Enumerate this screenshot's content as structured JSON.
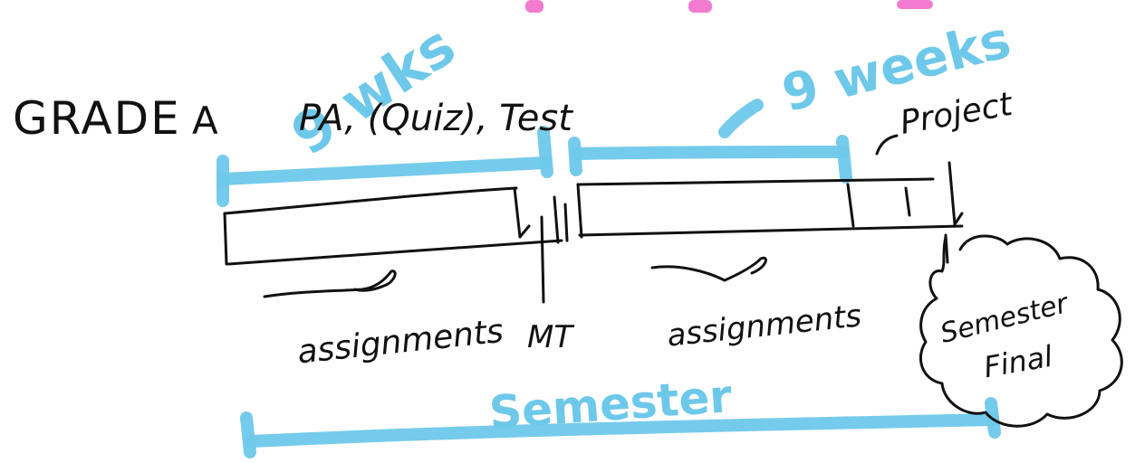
{
  "labels": {
    "grade": "GRADE",
    "grade_suffix": "A",
    "items": "PA, (Quiz), Test",
    "project": "Project",
    "assignments_1": "assignments",
    "midterm": "MT",
    "assignments_2": "assignments",
    "semester_final_line1": "Semester",
    "semester_final_line2": "Final"
  },
  "highlight_labels": {
    "weeks_1": "9 wks",
    "weeks_2": "9 weeks",
    "semester": "Semester"
  },
  "colors": {
    "ink": "#111111",
    "highlight": "#6ec8ea",
    "pink": "#f27bd0",
    "background": "#ffffff"
  }
}
